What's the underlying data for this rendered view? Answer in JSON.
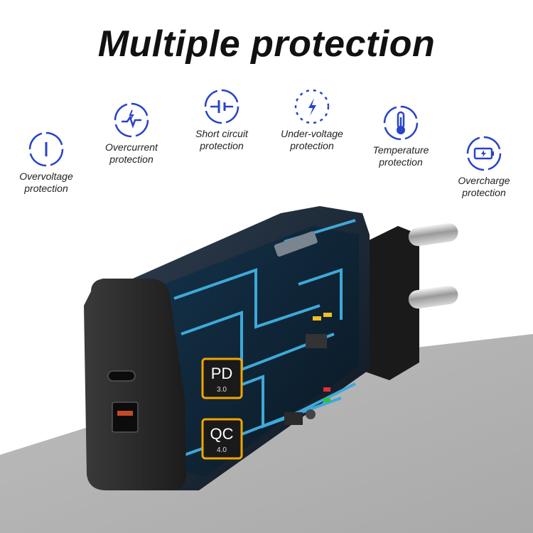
{
  "title": "Multiple protection",
  "colors": {
    "icon_blue": "#2743c9",
    "accent": "#3ea9d8",
    "chip": "#f0a500"
  },
  "features": [
    {
      "icon": "overvoltage-icon",
      "line1": "Overvoltage",
      "line2": "protection"
    },
    {
      "icon": "overcurrent-icon",
      "line1": "Overcurrent",
      "line2": "protection"
    },
    {
      "icon": "short-circuit-icon",
      "line1": "Short circuit",
      "line2": "protection"
    },
    {
      "icon": "under-voltage-icon",
      "line1": "Under-voltage",
      "line2": "protection"
    },
    {
      "icon": "temperature-icon",
      "line1": "Temperature",
      "line2": "protection"
    },
    {
      "icon": "overcharge-icon",
      "line1": "Overcharge",
      "line2": "protection"
    }
  ],
  "chips": {
    "pd": {
      "name": "PD",
      "version": "3.0"
    },
    "qc": {
      "name": "QC",
      "version": "4.0"
    }
  }
}
